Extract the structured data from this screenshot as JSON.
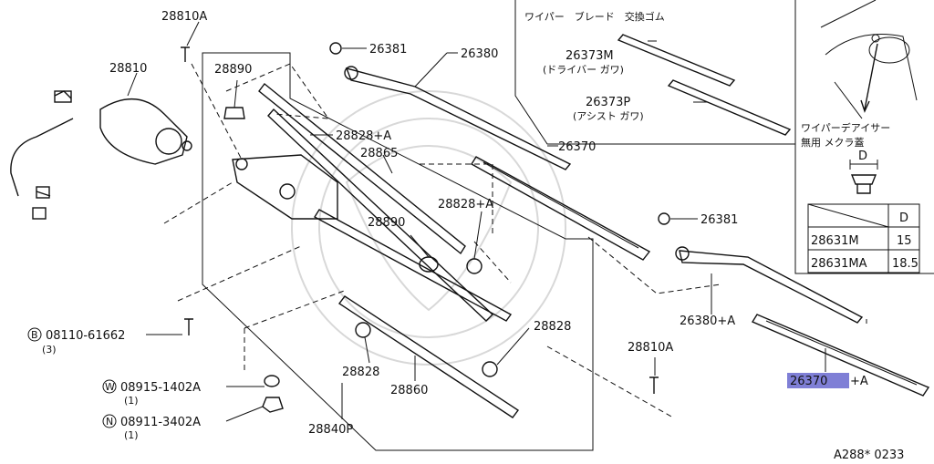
{
  "labels": {
    "p28810A_top": "28810A",
    "p28810": "28810",
    "p28890_top": "28890",
    "p26381_top": "26381",
    "p26380": "26380",
    "p28828A_top": "28828+A",
    "p28865": "28865",
    "p28828A_mid": "28828+A",
    "p28890_mid": "28890",
    "p26370": "26370",
    "p26381_right": "26381",
    "p26380A": "26380+A",
    "p28828_right": "28828",
    "p28810A_bottom": "28810A",
    "p28828_bottom": "28828",
    "p28860": "28860",
    "p28840P": "28840P",
    "p26370A_code": "26370",
    "p26370A_suffix": "+A"
  },
  "fasteners": {
    "b_circle": "B",
    "b_part": "08110-61662",
    "b_qty": "(3)",
    "w_circle": "W",
    "w_part": "08915-1402A",
    "w_qty": "(1)",
    "n_circle": "N",
    "n_part": "08911-3402A",
    "n_qty": "(1)"
  },
  "blade_box": {
    "title": "ワイパー　ブレード　交換ゴム",
    "driver_part": "26373M",
    "driver_note": "(ドライバー ガワ)",
    "assist_part": "26373P",
    "assist_note": "(アシスト ガワ)"
  },
  "cap_box": {
    "line1": "ワイパーデアイサー",
    "line2": "無用 メクラ蓋",
    "dim_label": "D",
    "table_header": [
      "",
      "D"
    ],
    "table_rows": [
      [
        "28631M",
        "15"
      ],
      [
        "28631MA",
        "18.5"
      ]
    ]
  },
  "diagram_code": "A288* 0233",
  "colors": {
    "highlight": "#7f7fd6",
    "ink": "#111111"
  }
}
